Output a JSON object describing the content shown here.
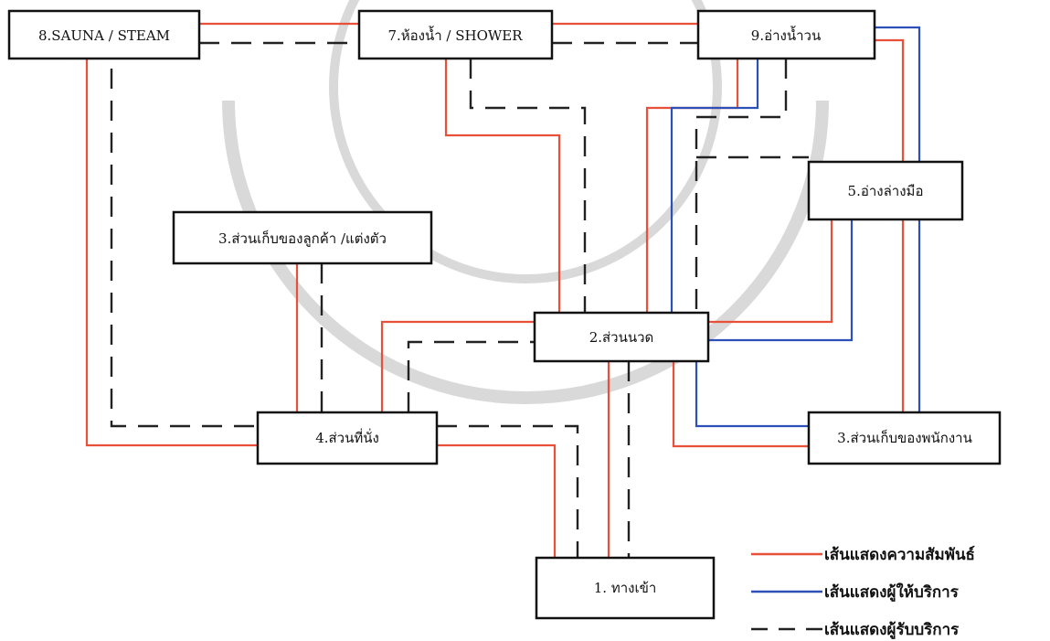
{
  "diagram": {
    "colors": {
      "relationship": "#e8503a",
      "service_provider": "#2c4fb8",
      "service_receiver": "#222222",
      "box_border": "#111111",
      "watermark": "#d9d9d9"
    },
    "nodes": {
      "sauna": "8.SAUNA / STEAM",
      "shower": "7.ห้องน้ำ / SHOWER",
      "jacuzzi": "9.อ่างน้ำวน",
      "handwash": "5.อ่างล่างมือ",
      "customer_locker": "3.ส่วนเก็บของลูกค้า /แต่งตัว",
      "massage": "2.ส่วนนวด",
      "seating": "4.ส่วนที่นั่ง",
      "staff_locker": "3.ส่วนเก็บของพนักงาน",
      "entrance": "1. ทางเข้า"
    },
    "legend": {
      "relationship": "เส้นแสดงความสัมพันธ์",
      "service_provider": "เส้นแสดงผู้ให้บริการ",
      "service_receiver": "เส้นแสดงผู้รับบริการ"
    }
  }
}
